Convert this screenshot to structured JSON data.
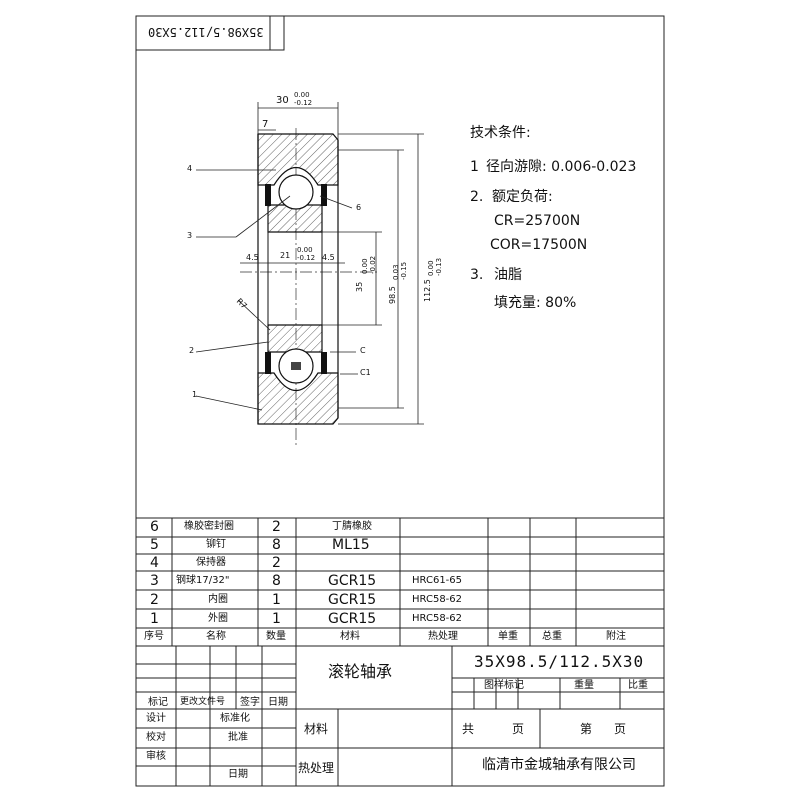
{
  "header": {
    "code_flipped": "35X98.5/112.5X30"
  },
  "drawing": {
    "dim_width": "30",
    "dim_width_tol_upper": "0.00",
    "dim_width_tol_lower": "-0.12",
    "dim_chamfer": "7",
    "dim_inner_dia": "35",
    "dim_inner_dia_tol_upper": "0.00",
    "dim_inner_dia_tol_lower": "-0.02",
    "dim_middle_dia": "98.5",
    "dim_middle_dia_tol_upper": "0.03",
    "dim_middle_dia_tol_lower": "-0.15",
    "dim_outer_dia": "112.5",
    "dim_outer_dia_tol_upper": "0.00",
    "dim_outer_dia_tol_lower": "-0.13",
    "dim_inner_width": "21",
    "dim_inner_width_tol_upper": "0.00",
    "dim_inner_width_tol_lower": "-0.12",
    "dim_side_left": "4.5",
    "dim_side_right": "4.5",
    "radius_label": "R7",
    "chamfer_c": "C",
    "chamfer_c1": "C1",
    "leaders": {
      "l4": "4",
      "l3": "3",
      "l6": "6",
      "l2": "2",
      "l1": "1"
    }
  },
  "tech": {
    "title": "技术条件:",
    "items": [
      {
        "num": "1",
        "text": "径向游隙: 0.006-0.023"
      },
      {
        "num": "2.",
        "text": "额定负荷:"
      },
      {
        "num": "",
        "text": "CR=25700N"
      },
      {
        "num": "",
        "text": "COR=17500N"
      },
      {
        "num": "3.",
        "text": "油脂"
      },
      {
        "num": "",
        "text": "填充量: 80%"
      }
    ]
  },
  "parts_table": {
    "headers": [
      "序号",
      "名称",
      "数量",
      "材料",
      "热处理",
      "单重",
      "总重",
      "附注"
    ],
    "rows": [
      [
        "6",
        "橡胶密封圈",
        "2",
        "丁腈橡胶",
        "",
        "",
        "",
        ""
      ],
      [
        "5",
        "铆钉",
        "8",
        "ML15",
        "",
        "",
        "",
        ""
      ],
      [
        "4",
        "保持器",
        "2",
        "",
        "",
        "",
        "",
        ""
      ],
      [
        "3",
        "钢球17/32\"",
        "8",
        "GCR15",
        "HRC61-65",
        "",
        "",
        ""
      ],
      [
        "2",
        "内圈",
        "1",
        "GCR15",
        "HRC58-62",
        "",
        "",
        ""
      ],
      [
        "1",
        "外圈",
        "1",
        "GCR15",
        "HRC58-62",
        "",
        "",
        ""
      ]
    ]
  },
  "title_block": {
    "product_name": "滚轮轴承",
    "model": "35X98.5/112.5X30",
    "mark_label": "图样标记",
    "weight_label": "重量",
    "scale_label": "比重",
    "material_label": "材料",
    "total_label": "共",
    "page_unit": "页",
    "sheet_label": "第",
    "sheet_unit": "页",
    "heat_label": "热处理",
    "company": "临清市金城轴承有限公司",
    "rev_labels": [
      "标记",
      "更改文件号",
      "签字",
      "日期"
    ],
    "design": "设计",
    "standard": "标准化",
    "check": "校对",
    "approve": "批准",
    "audit": "审核",
    "date": "日期"
  }
}
